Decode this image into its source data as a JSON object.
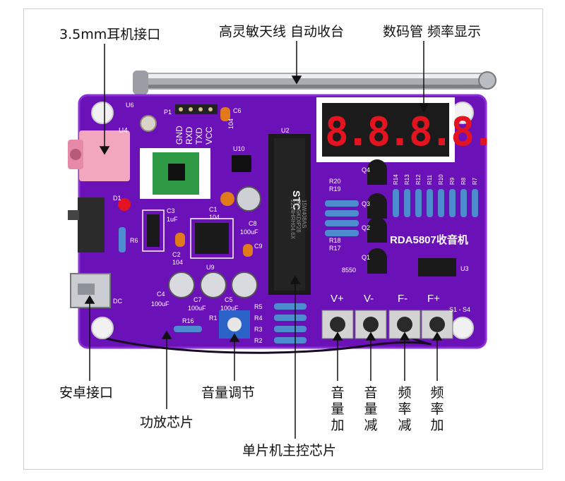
{
  "callouts": {
    "earphone_jack": "3.5mm耳机接口",
    "antenna": "高灵敏天线 自动收台",
    "display": "数码管 频率显示",
    "android_port": "安卓接口",
    "amp_chip": "功放芯片",
    "volume_adjust": "音量调节",
    "mcu_chip": "单片机主控芯片",
    "vol_up": "音量加",
    "vol_down": "音量减",
    "freq_down": "频率减",
    "freq_up": "频率加"
  },
  "board": {
    "serial_header": [
      "GND",
      "RXD",
      "TXD",
      "VCC"
    ],
    "radio_label": "RDA5807收音机",
    "buttons": [
      "V+",
      "V-",
      "F-",
      "F+"
    ],
    "button_range": "S1 - S4",
    "mcu_marking": [
      "STC",
      "15W408AS",
      "35I-SKDIP28",
      "2214HRH04.6X"
    ],
    "display_digits": "8.8.8.8.",
    "components": {
      "u6": "U6",
      "p1": "P1",
      "u4": "U4",
      "c6": "C6",
      "c6_val": "104",
      "u2": "U2",
      "u10": "U10",
      "d1": "D1",
      "r6": "R6",
      "c1": "C1",
      "c1_val": "104",
      "c3": "C3",
      "c3_val": "1uF",
      "c2": "C2",
      "c2_val": "104",
      "u9": "U9",
      "c8": "C8",
      "c8_val": "100uF",
      "c9": "C9",
      "dc": "DC",
      "c4": "C4",
      "c4_val": "100uF",
      "c7": "C7",
      "c7_val": "100uF",
      "c5": "C5",
      "c5_val": "100uF",
      "r1": "R1",
      "r16": "R16",
      "r5": "R5",
      "r4": "R4",
      "r3": "R3",
      "r2": "R2",
      "r20": "R20",
      "r19": "R19",
      "r18": "R18",
      "r17": "R17",
      "q4": "Q4",
      "q3": "Q3",
      "q2": "Q2",
      "q1": "Q1",
      "q_type": "8550",
      "r14": "R14",
      "r13": "R13",
      "r12": "R12",
      "r11": "R11",
      "r10": "R10",
      "r9": "R9",
      "r8": "R8",
      "r7": "R7",
      "u3": "U3"
    }
  },
  "colors": {
    "pcb": "#6a12b8",
    "pcb_edge": "#8b2fd6",
    "display_red": "#e3141f",
    "callout_text": "#111111"
  }
}
